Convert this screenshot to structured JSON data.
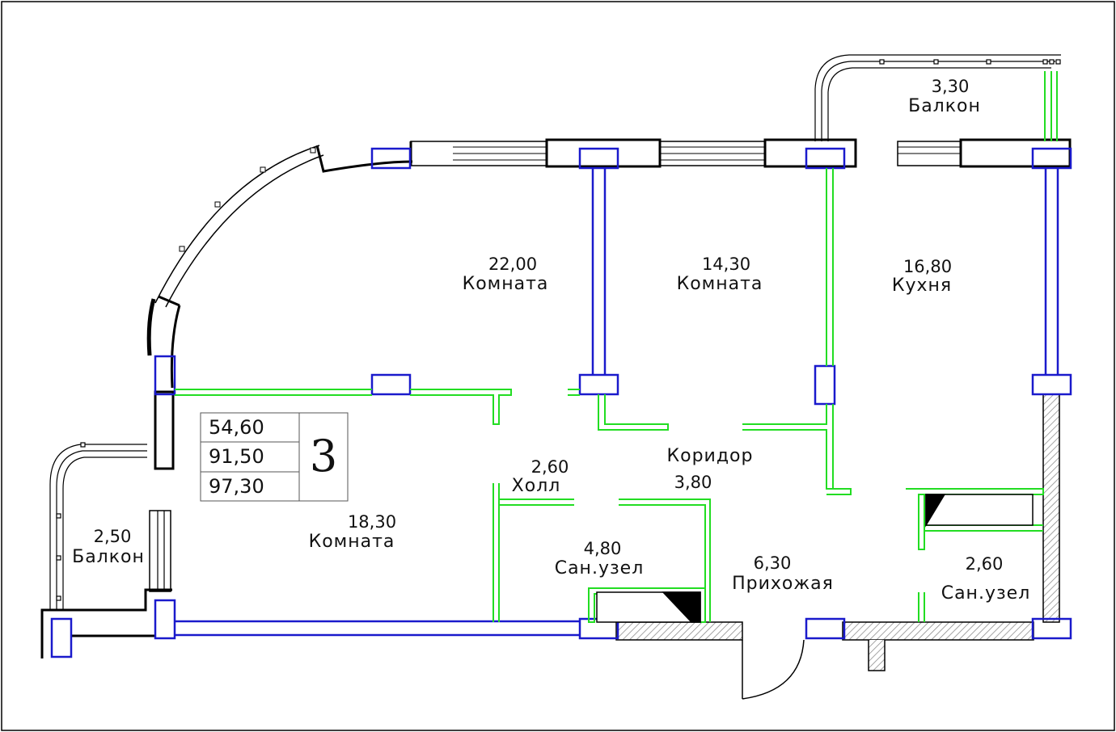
{
  "rooms": [
    {
      "id": "room-22",
      "area": "22,00",
      "name": "Комната"
    },
    {
      "id": "room-14",
      "area": "14,30",
      "name": "Комната"
    },
    {
      "id": "kitchen",
      "area": "16,80",
      "name": "Кухня"
    },
    {
      "id": "balcony-top",
      "area": "3,30",
      "name": "Балкон"
    },
    {
      "id": "room-18",
      "area": "18,30",
      "name": "Комната"
    },
    {
      "id": "balcony-left",
      "area": "2,50",
      "name": "Балкон"
    },
    {
      "id": "hall",
      "area": "2,60",
      "name": "Холл"
    },
    {
      "id": "corridor",
      "area": "3,80",
      "name": "Коридор"
    },
    {
      "id": "bath-1",
      "area": "4,80",
      "name": "Сан.узел"
    },
    {
      "id": "entrance",
      "area": "6,30",
      "name": "Прихожая"
    },
    {
      "id": "bath-2",
      "area": "2,60",
      "name": "Сан.узел"
    }
  ],
  "summary": {
    "living_area": "54,60",
    "total_area": "91,50",
    "total_with_balcony": "97,30",
    "rooms_count": "3"
  },
  "colors": {
    "wall": "#000000",
    "load_bearing": "#1a1acc",
    "partition": "#22dd22",
    "hatch": "#888888"
  }
}
